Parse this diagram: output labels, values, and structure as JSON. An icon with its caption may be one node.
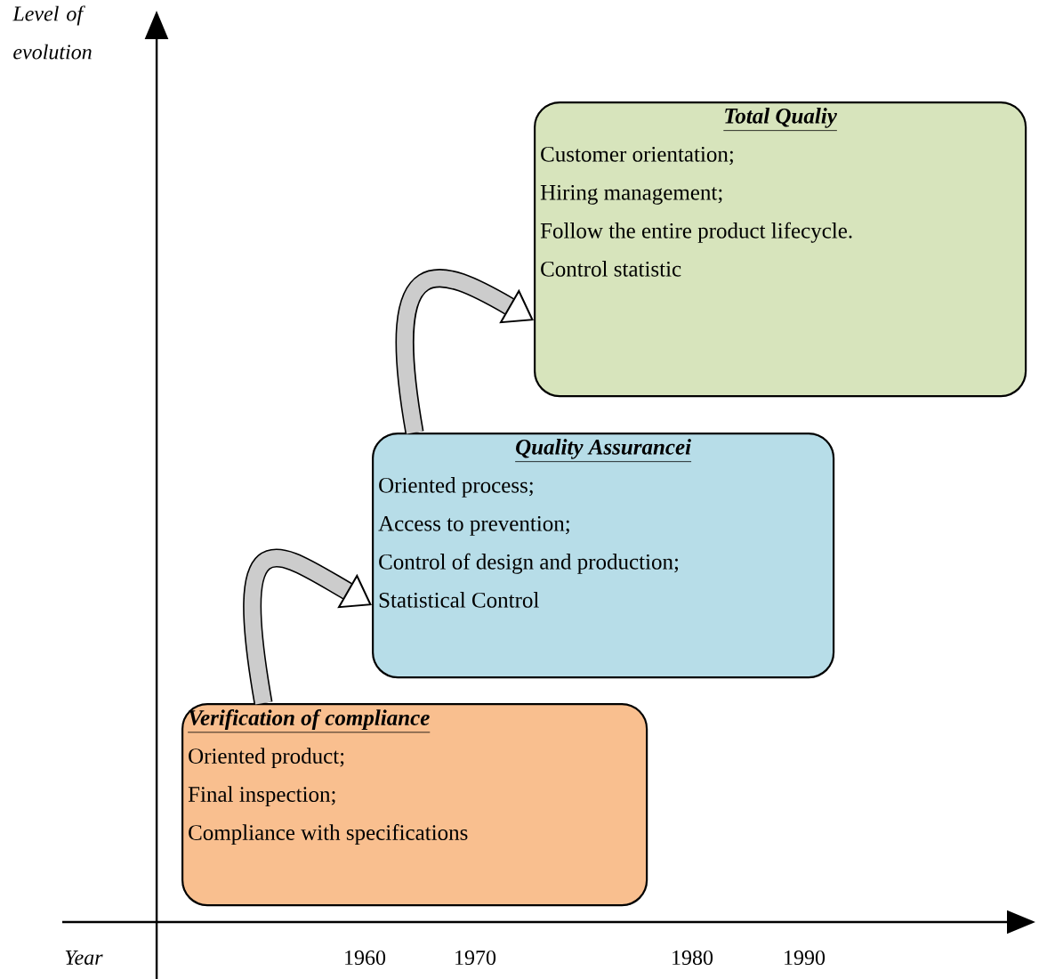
{
  "diagram": {
    "nodes": [
      {
        "text": [
          "Verification of compliance",
          "Oriented product;",
          "Final inspection;",
          "Compliance with specifications"
        ]
      },
      {
        "text": [
          "Quality Assurancei",
          "Oriented process;",
          "Access to prevention;",
          "Control of design and production;",
          "Statistical Control"
        ]
      },
      {
        "text": [
          "Total Qualiy",
          "Customer orientation;",
          "Hiring management;",
          "Follow the entire product lifecycle.",
          "Control statistic"
        ]
      }
    ],
    "edges": [
      {
        "from": 0,
        "to": 1,
        "arrow": "to"
      },
      {
        "from": 1,
        "to": 2,
        "arrow": "to"
      }
    ],
    "labels": [
      "Level of evolution",
      "Year",
      "1960",
      "1970",
      "1980",
      "1990"
    ]
  }
}
